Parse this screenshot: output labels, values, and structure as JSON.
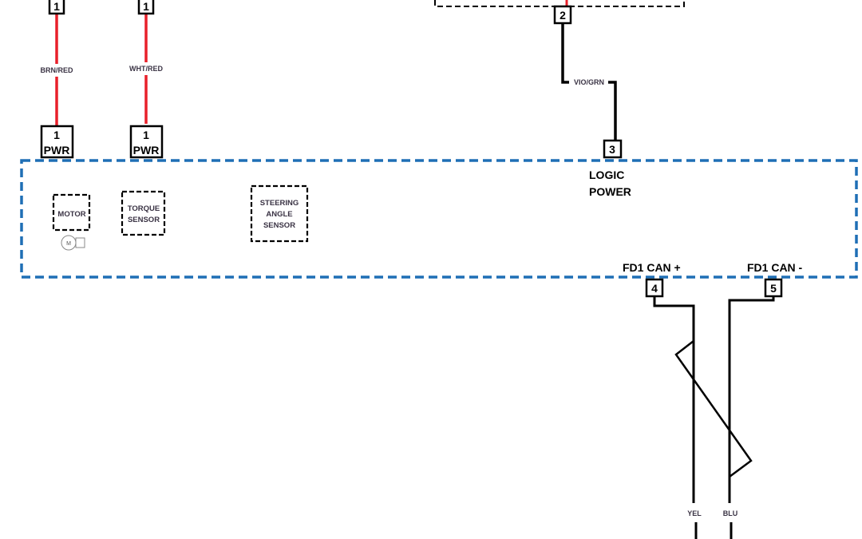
{
  "colors": {
    "power_wire": "#e8202a",
    "signal_wire": "#000000",
    "module_border": "#1f6fb5",
    "component_border": "#000000",
    "label_text": "#3a3344"
  },
  "wires": {
    "pwr1": {
      "top_pin": "1",
      "color_code": "BRN/RED",
      "bottom_pin": "1",
      "bottom_label": "PWR"
    },
    "pwr2": {
      "top_pin": "1",
      "color_code": "WHT/RED",
      "bottom_pin": "1",
      "bottom_label": "PWR"
    },
    "logic": {
      "top_pin": "2",
      "color_code": "VIO/GRN",
      "bottom_pin": "3"
    },
    "can_plus": {
      "pin": "4",
      "color_code": "YEL"
    },
    "can_minus": {
      "pin": "5",
      "color_code": "BLU"
    }
  },
  "module": {
    "labels": {
      "logic_power_line1": "LOGIC",
      "logic_power_line2": "POWER",
      "can_plus": "FD1 CAN +",
      "can_minus": "FD1 CAN -"
    },
    "components": {
      "motor": {
        "label": "MOTOR",
        "symbol": "M"
      },
      "torque_sensor": {
        "line1": "TORQUE",
        "line2": "SENSOR"
      },
      "steering_angle_sensor": {
        "line1": "STEERING",
        "line2": "ANGLE",
        "line3": "SENSOR"
      }
    }
  }
}
